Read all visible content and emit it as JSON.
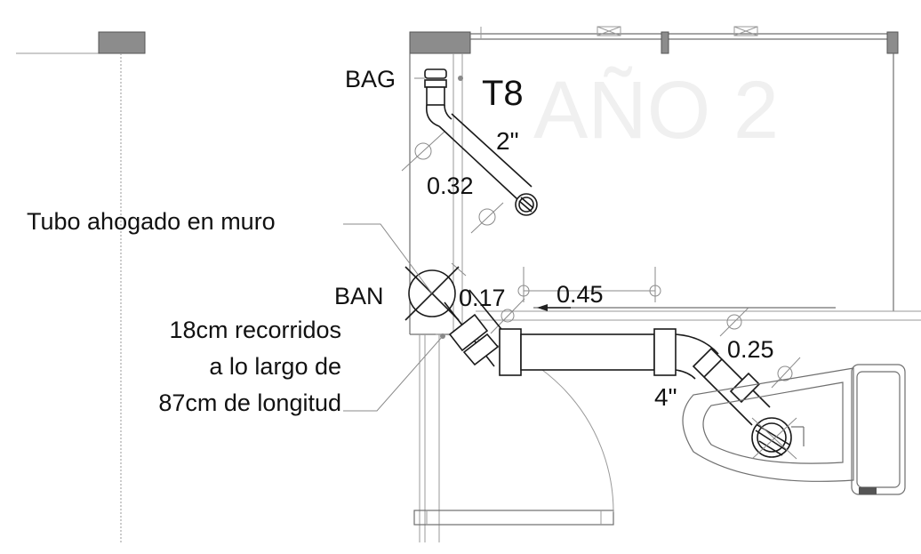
{
  "room_watermark": "AÑO 2",
  "fixture_tag": "T8",
  "labels": {
    "bag": "BAG",
    "ban": "BAN",
    "pipe_2in": "2\"",
    "pipe_4in": "4\"",
    "callout_embedded": "Tubo ahogado en muro",
    "callout_run_line1": "18cm recorridos",
    "callout_run_line2": "a lo largo de",
    "callout_run_line3": "87cm de longitud"
  },
  "dimensions": {
    "d032": "0.32",
    "d017": "0.17",
    "d045": "0.45",
    "d025": "0.25"
  },
  "colors": {
    "linework": "#1a1a1a",
    "construction_lines": "#9a9a9a",
    "wall_fill": "#8c8c8c",
    "watermark": "#f0f0f0"
  }
}
